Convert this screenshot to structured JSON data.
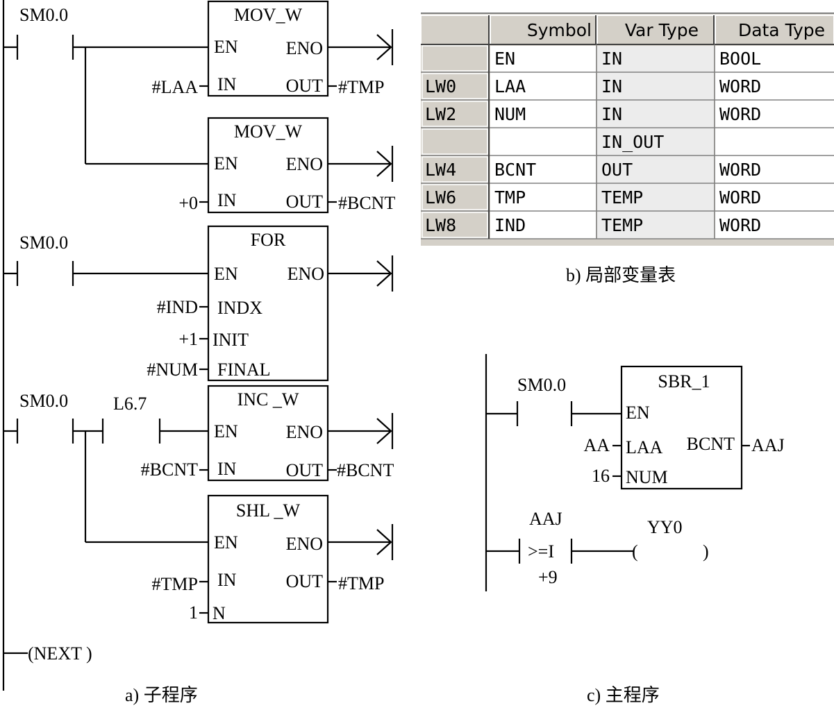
{
  "sub": {
    "caption": "a) 子程序",
    "rung1": {
      "contact": "SM0.0",
      "box1": {
        "title": "MOV_W",
        "en": "EN",
        "eno": "ENO",
        "in": "IN",
        "out": "OUT",
        "in_op": "#LAA",
        "out_op": "#TMP"
      },
      "box2": {
        "title": "MOV_W",
        "en": "EN",
        "eno": "ENO",
        "in": "IN",
        "out": "OUT",
        "in_op": "+0",
        "out_op": "#BCNT"
      }
    },
    "rung2": {
      "contact": "SM0.0",
      "box": {
        "title": "FOR",
        "en": "EN",
        "eno": "ENO",
        "indx": "INDX",
        "init": "INIT",
        "final": "FINAL",
        "indx_op": "#IND",
        "init_op": "+1",
        "final_op": "#NUM"
      }
    },
    "rung3": {
      "contact": "SM0.0",
      "contact2": "L6.7",
      "box1": {
        "title": "INC _W",
        "en": "EN",
        "eno": "ENO",
        "in": "IN",
        "out": "OUT",
        "in_op": "#BCNT",
        "out_op": "#BCNT"
      },
      "box2": {
        "title": "SHL _W",
        "en": "EN",
        "eno": "ENO",
        "in": "IN",
        "out": "OUT",
        "n": "N",
        "in_op": "#TMP",
        "n_op": "1",
        "out_op": "#TMP"
      }
    },
    "next": "(NEXT )"
  },
  "vartable": {
    "caption": "b) 局部变量表",
    "headers": [
      "Symbol",
      "Var Type",
      "Data Type"
    ],
    "rows": [
      {
        "addr": "",
        "symbol": "EN",
        "var_type": "IN",
        "data_type": "BOOL"
      },
      {
        "addr": "LW0",
        "symbol": "LAA",
        "var_type": "IN",
        "data_type": "WORD"
      },
      {
        "addr": "LW2",
        "symbol": "NUM",
        "var_type": "IN",
        "data_type": "WORD"
      },
      {
        "addr": "",
        "symbol": "",
        "var_type": "IN_OUT",
        "data_type": ""
      },
      {
        "addr": "LW4",
        "symbol": "BCNT",
        "var_type": "OUT",
        "data_type": "WORD"
      },
      {
        "addr": "LW6",
        "symbol": "TMP",
        "var_type": "TEMP",
        "data_type": "WORD"
      },
      {
        "addr": "LW8",
        "symbol": "IND",
        "var_type": "TEMP",
        "data_type": "WORD"
      }
    ]
  },
  "main": {
    "caption": "c) 主程序",
    "contact": "SM0.0",
    "box": {
      "title": "SBR_1",
      "en": "EN",
      "laa": "LAA",
      "num": "NUM",
      "bcnt": "BCNT",
      "laa_op": "AA",
      "num_op": "16",
      "bcnt_op": "AAJ"
    },
    "cmp": {
      "op_top": "AAJ",
      "func": ">=I",
      "op_bot": "+9"
    },
    "coil": {
      "name": "YY0",
      "open": "(",
      "close": ")"
    }
  }
}
